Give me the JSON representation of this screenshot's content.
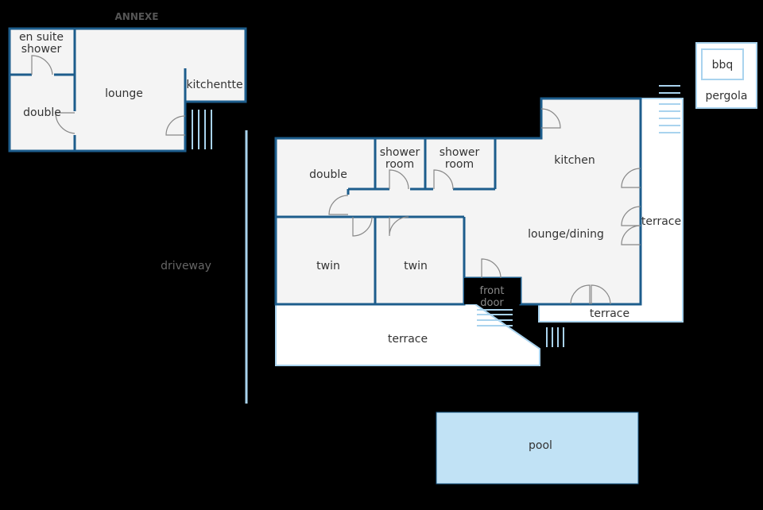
{
  "plan": {
    "annexe_title": "ANNEXE",
    "driveway": "driveway",
    "pool": "pool",
    "bbq": "bbq",
    "pergola": "pergola",
    "colors": {
      "wall": "#1d5d8c",
      "floor": "#f4f4f4",
      "outdoor": "#ffffff",
      "steps": "#a9d3ee",
      "pool": "#c1e2f5",
      "background": "#000000"
    }
  },
  "annexe": {
    "en_suite_line1": "en suite",
    "en_suite_line2": "shower",
    "double": "double",
    "lounge": "lounge",
    "kitchenette": "kitchentte"
  },
  "house": {
    "double": "double",
    "shower_room_1_line1": "shower",
    "shower_room_1_line2": "room",
    "shower_room_2_line1": "shower",
    "shower_room_2_line2": "room",
    "kitchen": "kitchen",
    "twin_1": "twin",
    "twin_2": "twin",
    "lounge_dining": "lounge/dining",
    "front_door_line1": "front",
    "front_door_line2": "door",
    "terrace_east": "terrace",
    "terrace_south_small": "terrace",
    "terrace_south": "terrace"
  }
}
